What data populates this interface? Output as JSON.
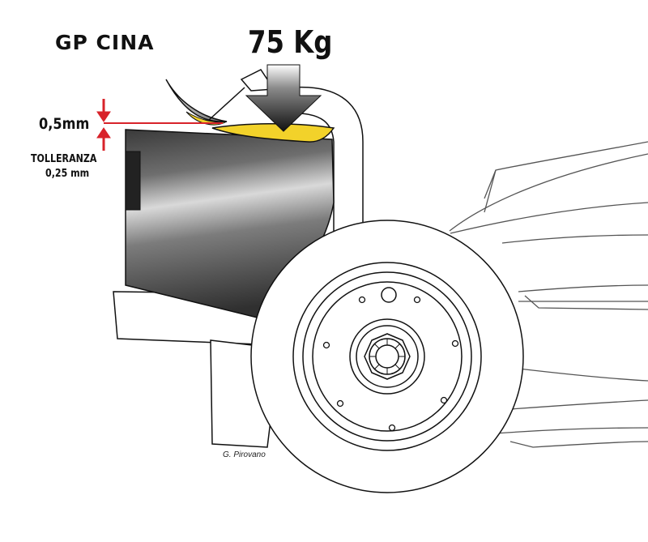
{
  "title": "GP CINA",
  "load_label": "75 Kg",
  "gap_label": "0,5mm",
  "tolerance": {
    "line1": "TOLLERANZA",
    "line2": "0,25 mm"
  },
  "credit": "G. Pirovano",
  "colors": {
    "accent_red": "#d8232a",
    "highlight_yellow": "#f2d22a",
    "outline": "#111111"
  }
}
